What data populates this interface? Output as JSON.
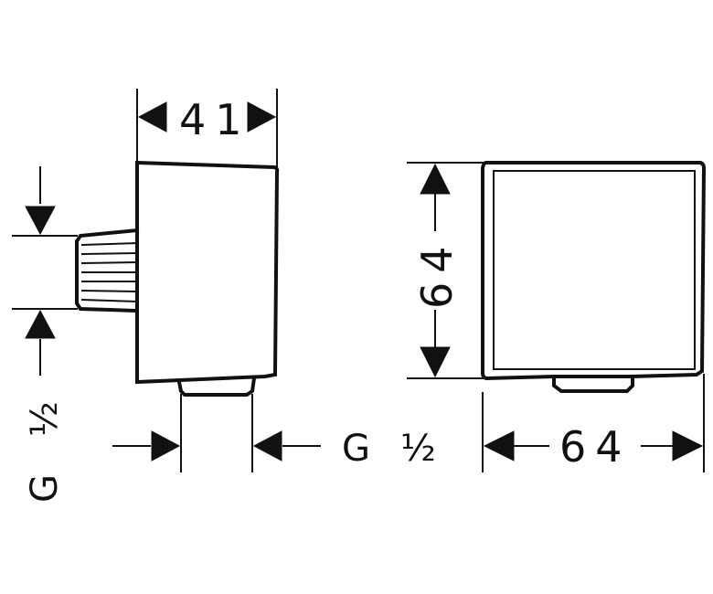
{
  "dimensions": {
    "side_width": "41",
    "front_height": "64",
    "front_width": "64",
    "thread_inlet": {
      "prefix": "G",
      "size": "½"
    },
    "thread_outlet": {
      "prefix": "G",
      "size": "½"
    }
  },
  "colors": {
    "line": "#111111",
    "background": "#ffffff"
  }
}
